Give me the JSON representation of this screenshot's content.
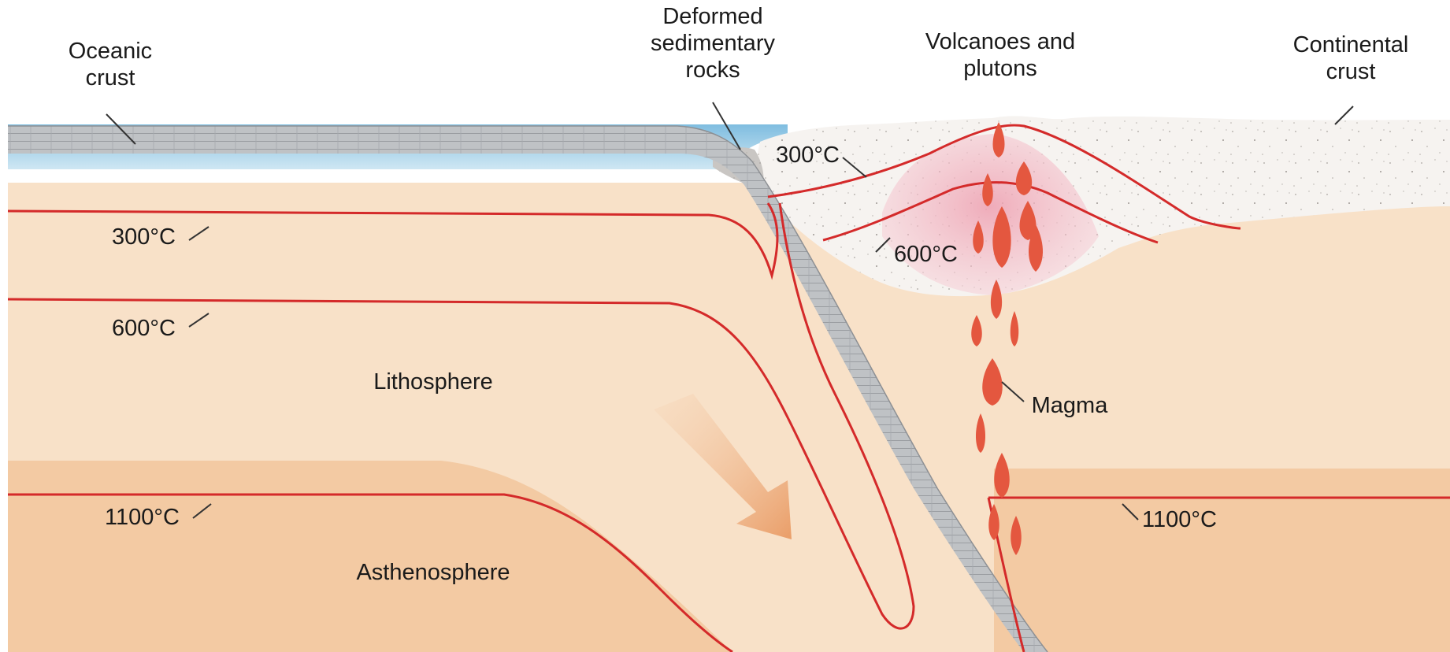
{
  "labels": {
    "oceanic_crust": [
      "Oceanic",
      "crust"
    ],
    "deformed_sedimentary_rocks": [
      "Deformed",
      "sedimentary",
      "rocks"
    ],
    "volcanoes_and_plutons": [
      "Volcanoes and",
      "plutons"
    ],
    "continental_crust": [
      "Continental",
      "crust"
    ],
    "lithosphere": "Lithosphere",
    "asthenosphere": "Asthenosphere",
    "magma": "Magma"
  },
  "isotherms": {
    "oceanic_300": "300°C",
    "oceanic_600": "600°C",
    "oceanic_1100": "1100°C",
    "continental_300": "300°C",
    "continental_600": "600°C",
    "continental_1100": "1100°C"
  },
  "colors": {
    "ocean": "#8fc6e3",
    "oceanic_crust": "#b9bcbf",
    "lithosphere": "#f8e0c7",
    "asthenosphere": "#f3c9a2",
    "continental_crust": "#f4f1ee",
    "pluton": "#f2b6c0",
    "isotherm": "#d42a2a",
    "magma": "#e4573f",
    "arrow": "#eba070"
  }
}
